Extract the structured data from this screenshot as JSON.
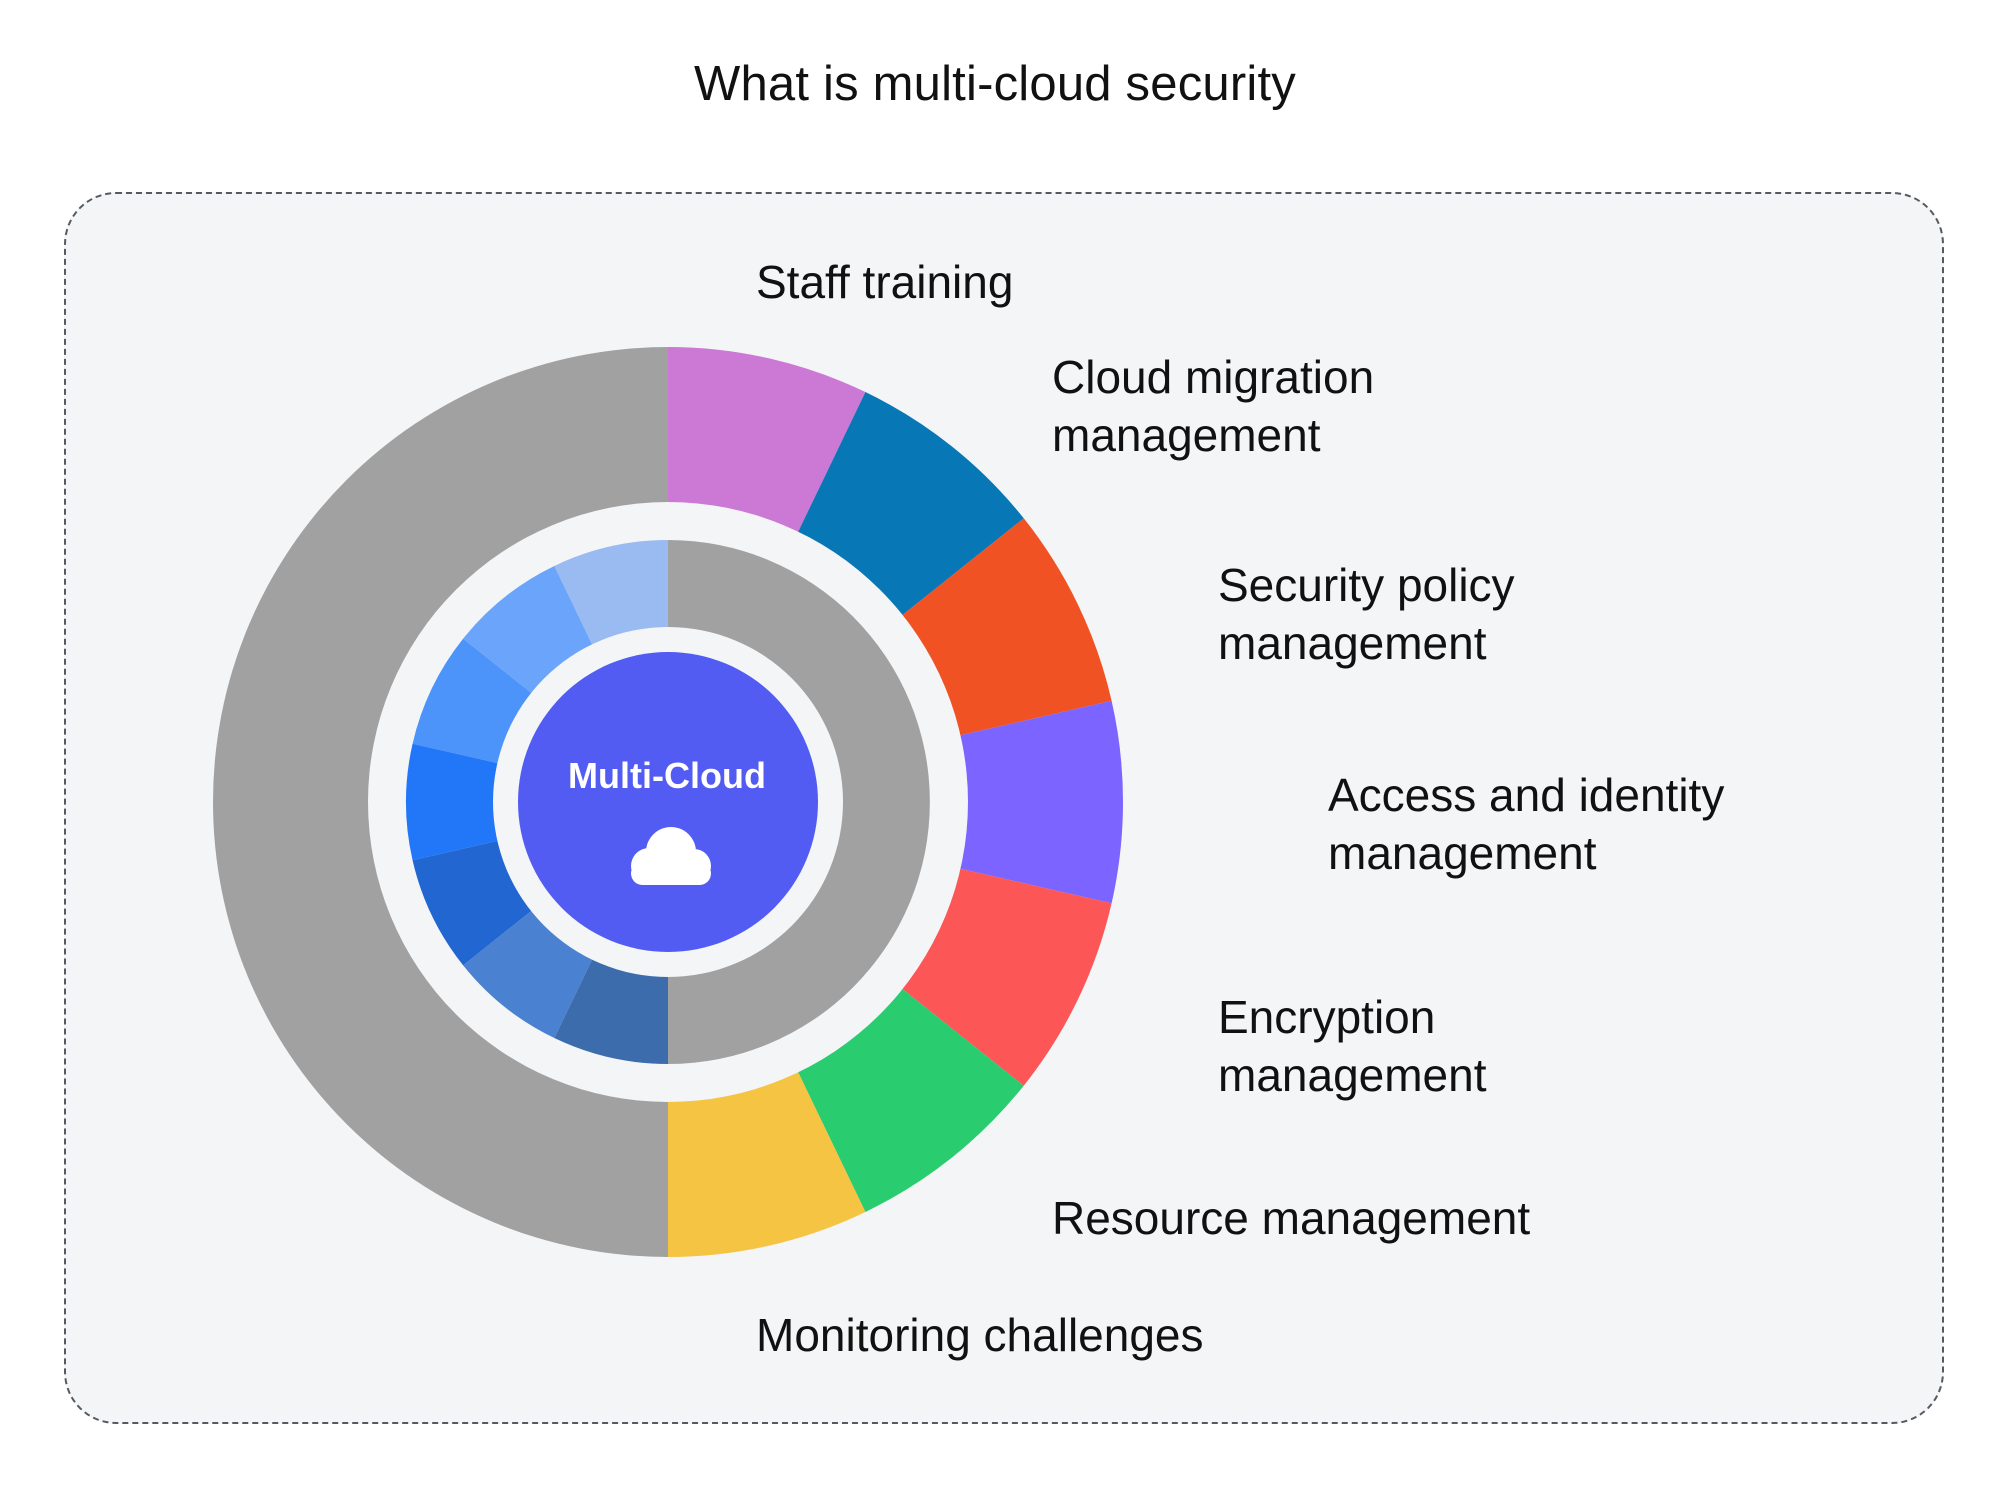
{
  "title": "What is multi-cloud security",
  "center": {
    "label": "Multi-Cloud",
    "icon": "cloud-icon",
    "color": "#525cf2"
  },
  "outer_ring": {
    "base_color": "#a1a1a1",
    "segments": [
      {
        "label": "Staff training",
        "color": "#cc79d6"
      },
      {
        "label": "Cloud migration\nmanagement",
        "color": "#0877b5"
      },
      {
        "label": "Security policy\nmanagement",
        "color": "#f05223"
      },
      {
        "label": "Access and identity\nmanagement",
        "color": "#7b64ff"
      },
      {
        "label": "Encryption\nmanagement",
        "color": "#fc5656"
      },
      {
        "label": "Resource management",
        "color": "#29cc6e"
      },
      {
        "label": "Monitoring challenges",
        "color": "#f5c443"
      }
    ]
  },
  "inner_ring": {
    "base_color": "#a1a1a1",
    "segment_colors": [
      "#9abaf2",
      "#6aa4fb",
      "#4d94fa",
      "#2277f8",
      "#2266d1",
      "#4a82d1",
      "#3d6cad"
    ]
  }
}
